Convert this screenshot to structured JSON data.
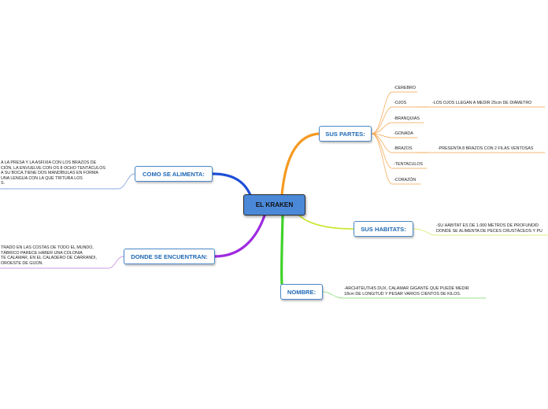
{
  "central": {
    "label": "EL KRAKEN"
  },
  "branches": {
    "partes": {
      "label": "SUS PARTES:",
      "color": "#f59a22",
      "items": [
        {
          "label": "-CEREBRO"
        },
        {
          "label": "-OJOS",
          "detail": "-LOS OJOS LLEGAN A MEDIR 25cm DE DIÁMETRO"
        },
        {
          "label": "-BRANQUIAS"
        },
        {
          "label": "-GONADA"
        },
        {
          "label": "-BRAZOS",
          "detail": "-PRESENTA 8 BRAZOS CON 2 FILAS VENTOSAS"
        },
        {
          "label": "-TENTACULOS"
        },
        {
          "label": "-CORAZÓN"
        }
      ]
    },
    "alimenta": {
      "label": "COMO SE ALIMENTA:",
      "color": "#1e4fd8",
      "detail_lines": [
        "A LA PRESA Y LA ASFIXIA CON LOS BRAZOS DE",
        "CIÓN, LA ENVUELVE CON OS 8 OCHO TENTÁCULOS",
        " A SU BOCA.TIENE DOS MANDÍBULAS EN FORMA",
        "UNA LENGUA CON LA QUE TRITURA LOS",
        "S."
      ]
    },
    "habitats": {
      "label": "SUS HABITATS:",
      "color": "#c8e62a",
      "detail_lines": [
        "-SU HÁBITAT ES DE 1.000 METROS DE PROFUNDID",
        "DONDE SE ALIMENTA DE PECES CRUSTÁCEOS Y PU"
      ]
    },
    "donde": {
      "label": "DONDE SE ENCUENTRAN:",
      "color": "#9e2ae0",
      "detail_lines": [
        "TRADO EN LAS COSTAS DE TODO EL MUNDO,",
        "TÁBRICO PARECE HABER UNA COLONIA",
        "TE CALAMAR, EN EL CALADERO DE CARRANDI,",
        "OROESTE DE GIJON."
      ]
    },
    "nombre": {
      "label": "NOMBRE:",
      "color": "#3fd22a",
      "detail_lines": [
        "-ARCHITEUTHIS DUX, CALAMAR GIGANTE QUE PUEDE MEDIR",
        "18cm DE LONGITUD Y PESAR VARIOS CIENTOS DE KILOS."
      ]
    }
  }
}
